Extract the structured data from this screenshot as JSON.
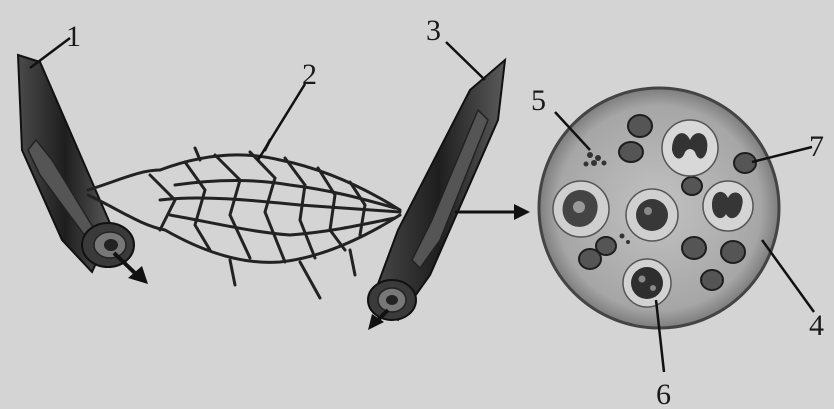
{
  "labels": {
    "l1": "1",
    "l2": "2",
    "l3": "3",
    "l4": "4",
    "l5": "5",
    "l6": "6",
    "l7": "7"
  },
  "colors": {
    "background": "#d4d4d4",
    "vessel_dark": "#2b2b2b",
    "vessel_light": "#6a6a6a",
    "network_line": "#222222",
    "blood_disc": "#a9a9a9",
    "cell_dark": "#333333"
  }
}
